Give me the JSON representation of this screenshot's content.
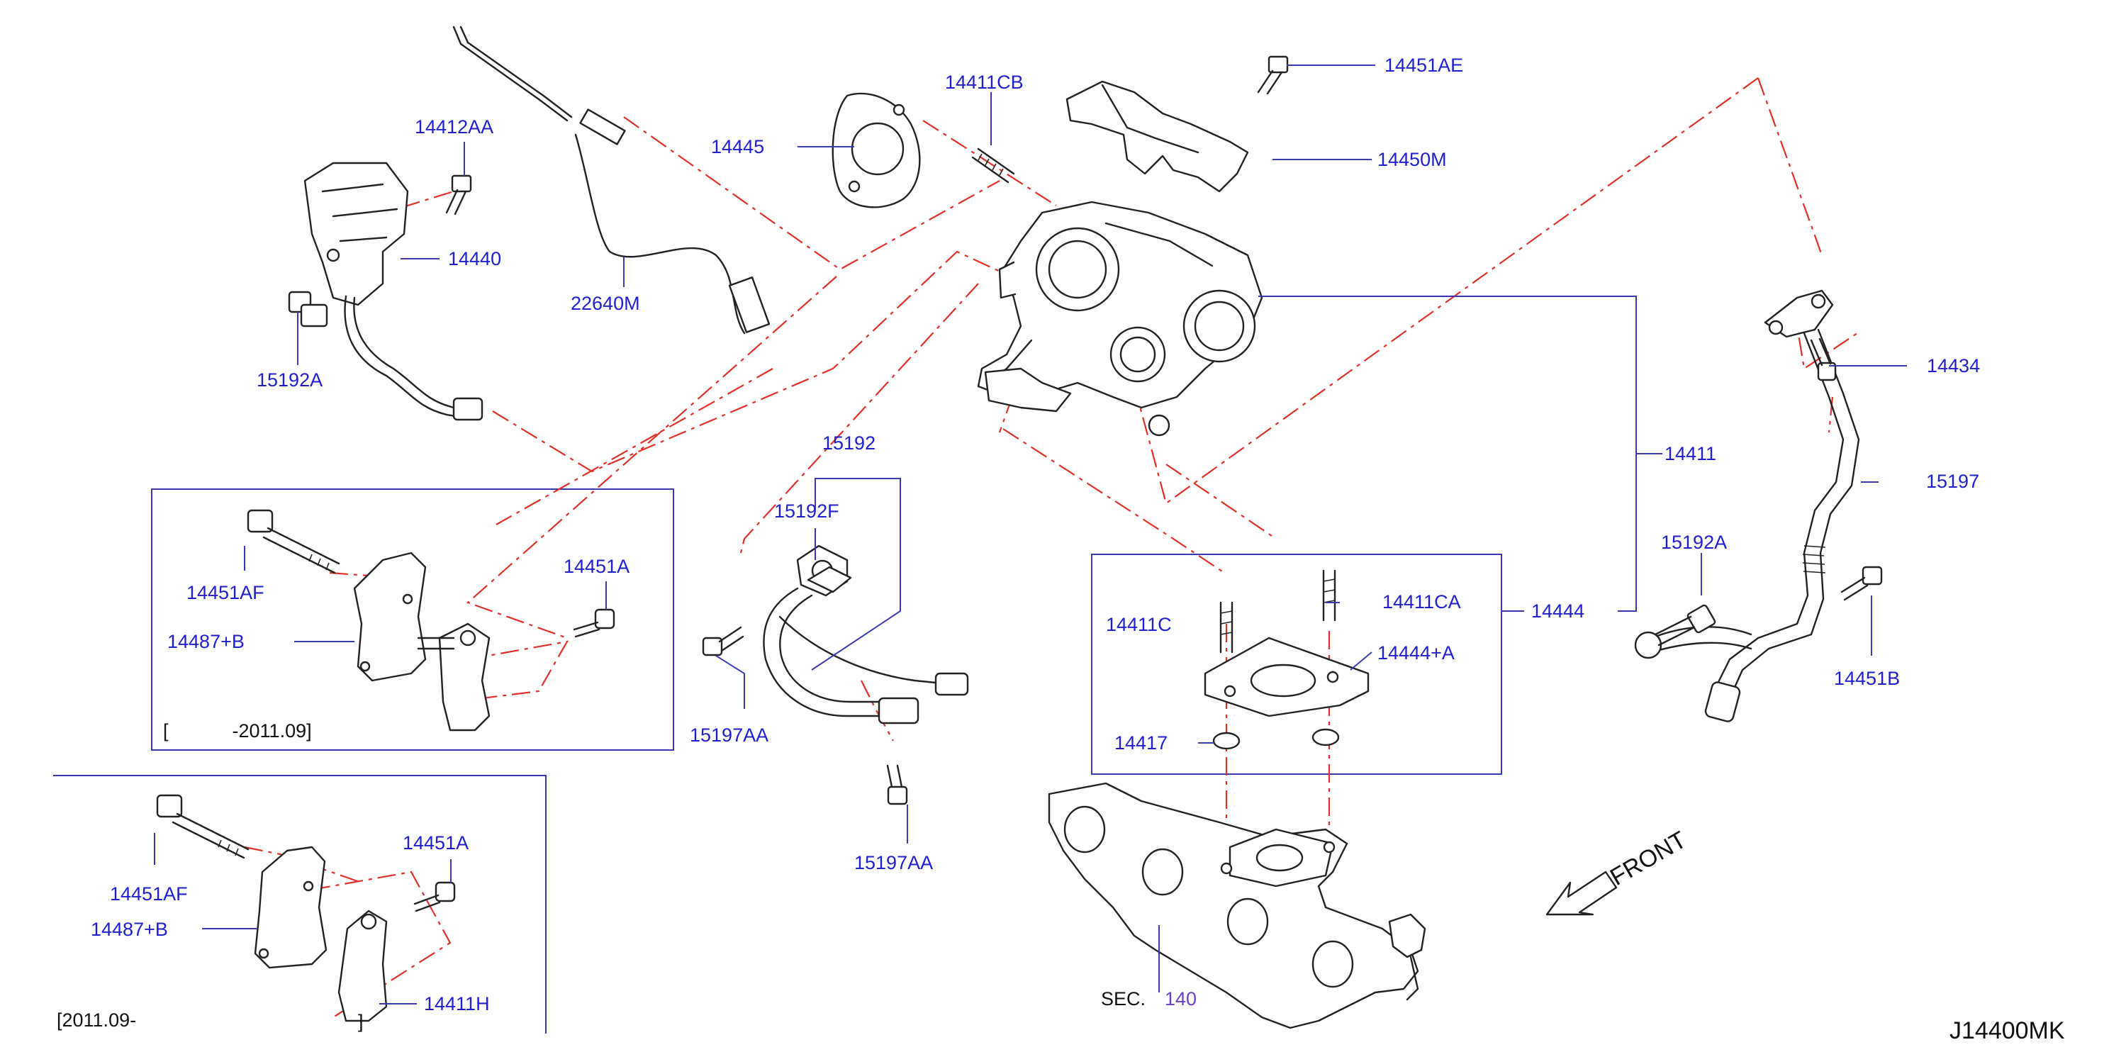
{
  "diagram_code": "J14400MK",
  "front_label": "FRONT",
  "section_ref": {
    "prefix": "SEC.",
    "number": "140"
  },
  "date_notes": {
    "upper": "[            -2011.09]",
    "lower_start": "[2011.09-",
    "lower_end": "]"
  },
  "parts": {
    "p14412AA": "14412AA",
    "p14440": "14440",
    "p15192A_left": "15192A",
    "p22640M": "22640M",
    "p14445": "14445",
    "p14411CB": "14411CB",
    "p14451AE": "14451AE",
    "p14450M": "14450M",
    "p14411": "14411",
    "p14434": "14434",
    "p15197": "15197",
    "p15192A_right": "15192A",
    "p14451B": "14451B",
    "p15192": "15192",
    "p15192F": "15192F",
    "p15197AA_left": "15197AA",
    "p15197AA_lower": "15197AA",
    "p14444": "14444",
    "p14411C": "14411C",
    "p14411CA": "14411CA",
    "p14444A": "14444+A",
    "p14417": "14417",
    "p14451AF_upper": "14451AF",
    "p14487B_upper": "14487+B",
    "p14451A_upper": "14451A",
    "p14451AF_lower": "14451AF",
    "p14487B_lower": "14487+B",
    "p14451A_lower": "14451A",
    "p14411H": "14411H"
  }
}
